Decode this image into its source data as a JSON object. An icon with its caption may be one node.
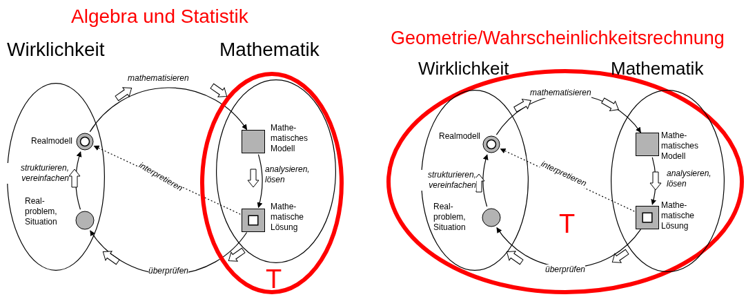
{
  "diagram": {
    "nodes": [
      {
        "text": [],
        "shape": "ellipse"
      },
      {
        "text": [],
        "shape": "circle",
        "in": 0,
        "beside": [
          "Realmodell"
        ]
      },
      {
        "text": [],
        "shape": "circle",
        "in": 0,
        "beside": [
          "Real- problem, Situation"
        ]
      },
      {
        "text": [
          "T"
        ]
      },
      {
        "text": [],
        "shape": "ellipse",
        "in": 3
      },
      {
        "text": [],
        "shape": "box",
        "in": 4,
        "beside": [
          "Mathe- matisches Modell"
        ]
      },
      {
        "text": [],
        "shape": "box",
        "in": 4,
        "beside": [
          "Mathe- matische Lösung"
        ]
      },
      {
        "text": [
          "T"
        ]
      },
      {
        "text": [],
        "shape": "ellipse",
        "in": 7
      },
      {
        "text": [],
        "shape": "circle",
        "in": 8,
        "beside": [
          "Realmodell"
        ]
      },
      {
        "text": [],
        "shape": "circle",
        "in": 8,
        "beside": [
          "Real- problem, Situation"
        ]
      },
      {
        "text": [],
        "shape": "ellipse",
        "in": 7
      },
      {
        "text": [],
        "shape": "box",
        "in": 11,
        "beside": [
          "Mathe- matisches Modell"
        ]
      },
      {
        "text": [],
        "shape": "box",
        "in": 11,
        "beside": [
          "Mathe- matische Lösung"
        ]
      }
    ],
    "edges": [
      {
        "from": 1,
        "to": 5,
        "arrow": "to",
        "label": "mathematisieren"
      },
      {
        "from": 5,
        "to": 6,
        "arrow": "to",
        "label": "analysieren, lösen"
      },
      {
        "from": 6,
        "to": 1,
        "arrow": "to",
        "label": "interpretieren",
        "style": "dashed"
      },
      {
        "from": 6,
        "to": 2,
        "arrow": "to",
        "label": "überprüfen"
      },
      {
        "from": 2,
        "to": 1,
        "arrow": "to",
        "label": "strukturieren, vereinfachen"
      },
      {
        "from": 9,
        "to": 12,
        "arrow": "to",
        "label": "mathematisieren"
      },
      {
        "from": 12,
        "to": 13,
        "arrow": "to",
        "label": "analysieren, lösen"
      },
      {
        "from": 13,
        "to": 9,
        "arrow": "to",
        "label": "interpretieren",
        "style": "dashed"
      },
      {
        "from": 13,
        "to": 10,
        "arrow": "to",
        "label": "überprüfen"
      },
      {
        "from": 10,
        "to": 9,
        "arrow": "to",
        "label": "strukturieren, vereinfachen"
      }
    ],
    "labels": [
      "Algebra und Statistik",
      "Wirklichkeit",
      "Mathematik",
      "Geometrie/Wahrscheinlichkeitsrechnung",
      "Wirklichkeit",
      "Mathematik"
    ]
  }
}
